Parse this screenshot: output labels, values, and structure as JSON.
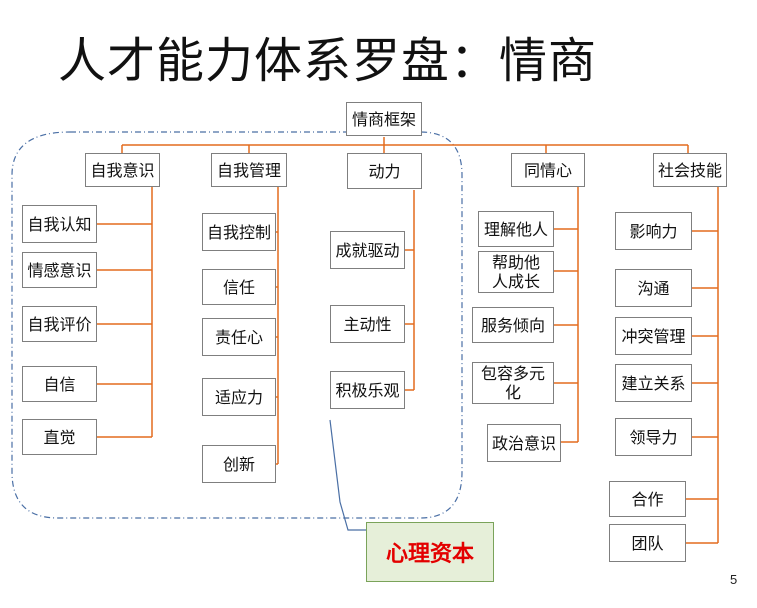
{
  "title": "人才能力体系罗盘：情商",
  "root": "情商框架",
  "categories": {
    "self_awareness": "自我意识",
    "self_management": "自我管理",
    "motivation": "动力",
    "empathy": "同情心",
    "social_skills": "社会技能"
  },
  "self_awareness_items": [
    "自我认知",
    "情感意识",
    "自我评价",
    "自信",
    "直觉"
  ],
  "self_management_items": [
    "自我控制",
    "信任",
    "责任心",
    "适应力",
    "创新"
  ],
  "motivation_items": [
    "成就驱动",
    "主动性",
    "积极乐观"
  ],
  "empathy_items": [
    "理解他人",
    "帮助他人成长",
    "服务倾向",
    "包容多元化",
    "政治意识"
  ],
  "social_skills_items": [
    "影响力",
    "沟通",
    "冲突管理",
    "建立关系",
    "领导力",
    "合作",
    "团队"
  ],
  "psych_capital": "心理资本",
  "page_number": "5",
  "colors": {
    "connector": "#e36c1f",
    "group_outline": "#4a6fa5",
    "callout_text": "#e30000",
    "callout_fill": "#e6efd9"
  }
}
